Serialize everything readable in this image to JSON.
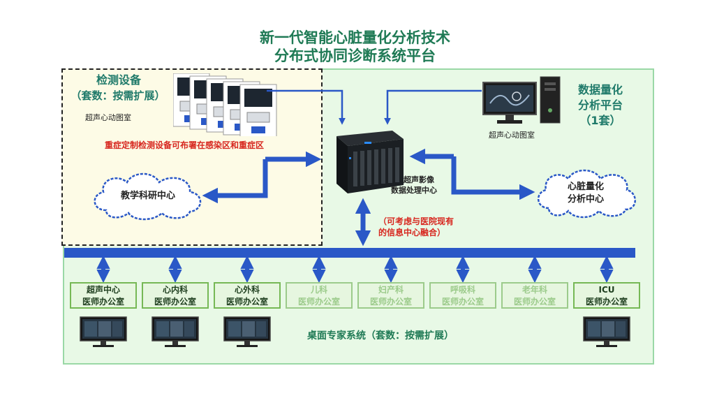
{
  "title": {
    "line1": "新一代智能心脏量化分析技术",
    "line2": "分布式协同诊断系统平台"
  },
  "detect": {
    "label_line1": "检测设备",
    "label_line2": "（套数：按需扩展）",
    "room": "超声心动图室",
    "note": "重症定制检测设备可布署在感染区和重症区"
  },
  "analysis": {
    "label_line1": "数据量化",
    "label_line2": "分析平台",
    "label_line3": "（1套）",
    "room": "超声心动图室"
  },
  "server": {
    "label_line1": "超声影像",
    "label_line2": "数据处理中心"
  },
  "clouds": {
    "teaching": "教学科研中心",
    "heart_line1": "心脏量化",
    "heart_line2": "分析中心"
  },
  "info_note": {
    "line1": "（可考虑与医院现有",
    "line2": "的信息中心融合）"
  },
  "offices": [
    {
      "name": "超声中心",
      "sub": "医师办公室",
      "active": true
    },
    {
      "name": "心内科",
      "sub": "医师办公室",
      "active": true
    },
    {
      "name": "心外科",
      "sub": "医师办公室",
      "active": true
    },
    {
      "name": "儿科",
      "sub": "医师办公室",
      "active": false
    },
    {
      "name": "妇产科",
      "sub": "医师办公室",
      "active": false
    },
    {
      "name": "呼吸科",
      "sub": "医师办公室",
      "active": false
    },
    {
      "name": "老年科",
      "sub": "医师办公室",
      "active": false
    },
    {
      "name": "ICU",
      "sub": "医师办公室",
      "active": true
    }
  ],
  "desktop_system": "桌面专家系统（套数：按需扩展）",
  "colors": {
    "title": "#1f7a55",
    "bus": "#2a58c7",
    "note_red": "#d7261e",
    "zone_green": "#e8f9e6",
    "zone_yellow": "#fdfbe6"
  }
}
